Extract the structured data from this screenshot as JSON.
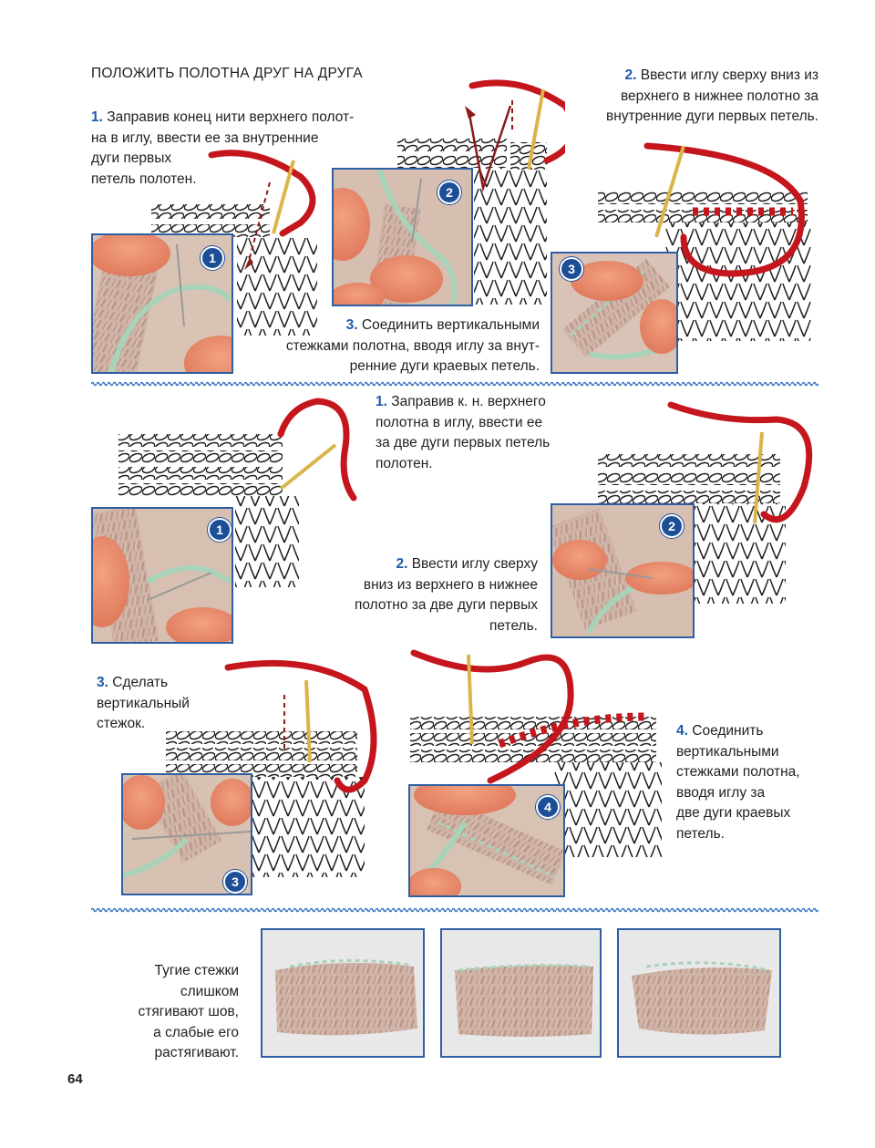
{
  "page": {
    "heading": "ПОЛОЖИТЬ ПОЛОТНА ДРУГ НА ДРУГА",
    "page_number": "64"
  },
  "section1": {
    "step1": {
      "num": "1.",
      "lines": [
        "Заправив конец нити верхнего полот-",
        "на в иглу, ввести ее за внутренние",
        "дуги первых",
        "петель полотен."
      ]
    },
    "step2": {
      "num": "2.",
      "lines": [
        "Ввести иглу сверху вниз из",
        "верхнего в нижнее полотно за",
        "внутренние дуги первых петель."
      ]
    },
    "step3": {
      "num": "3.",
      "lines": [
        "Соединить вертикальными",
        "стежками полотна, вводя иглу за внут-",
        "ренние дуги краевых петель."
      ]
    },
    "badges": [
      "1",
      "2",
      "3"
    ]
  },
  "section2": {
    "step1": {
      "num": "1.",
      "lines": [
        "Заправив к. н. верхнего",
        "полотна в иглу, ввести ее",
        "за две дуги первых петель",
        "полотен."
      ]
    },
    "step2": {
      "num": "2.",
      "lines": [
        "Ввести иглу сверху",
        "вниз из верхнего в нижнее",
        "полотно за две дуги первых",
        "петель."
      ]
    },
    "step3": {
      "num": "3.",
      "lines": [
        "Сделать",
        "вертикальный",
        "стежок."
      ]
    },
    "step4": {
      "num": "4.",
      "lines": [
        "Соединить",
        "вертикальными",
        "стежками полотна,",
        "вводя иглу за",
        "две дуги краевых",
        "петель."
      ]
    },
    "badges": [
      "1",
      "2",
      "3",
      "4"
    ]
  },
  "section3": {
    "note_lines": [
      "Тугие стежки",
      "слишком",
      "стягивают шов,",
      "а слабые его",
      "растягивают."
    ]
  },
  "colors": {
    "accent_blue": "#1d5aa8",
    "thread_red": "#c4161c",
    "yarn_pink": "#cdb1a6",
    "yarn_green": "#a8d4b4",
    "divider_dots": "#3b76c4"
  }
}
